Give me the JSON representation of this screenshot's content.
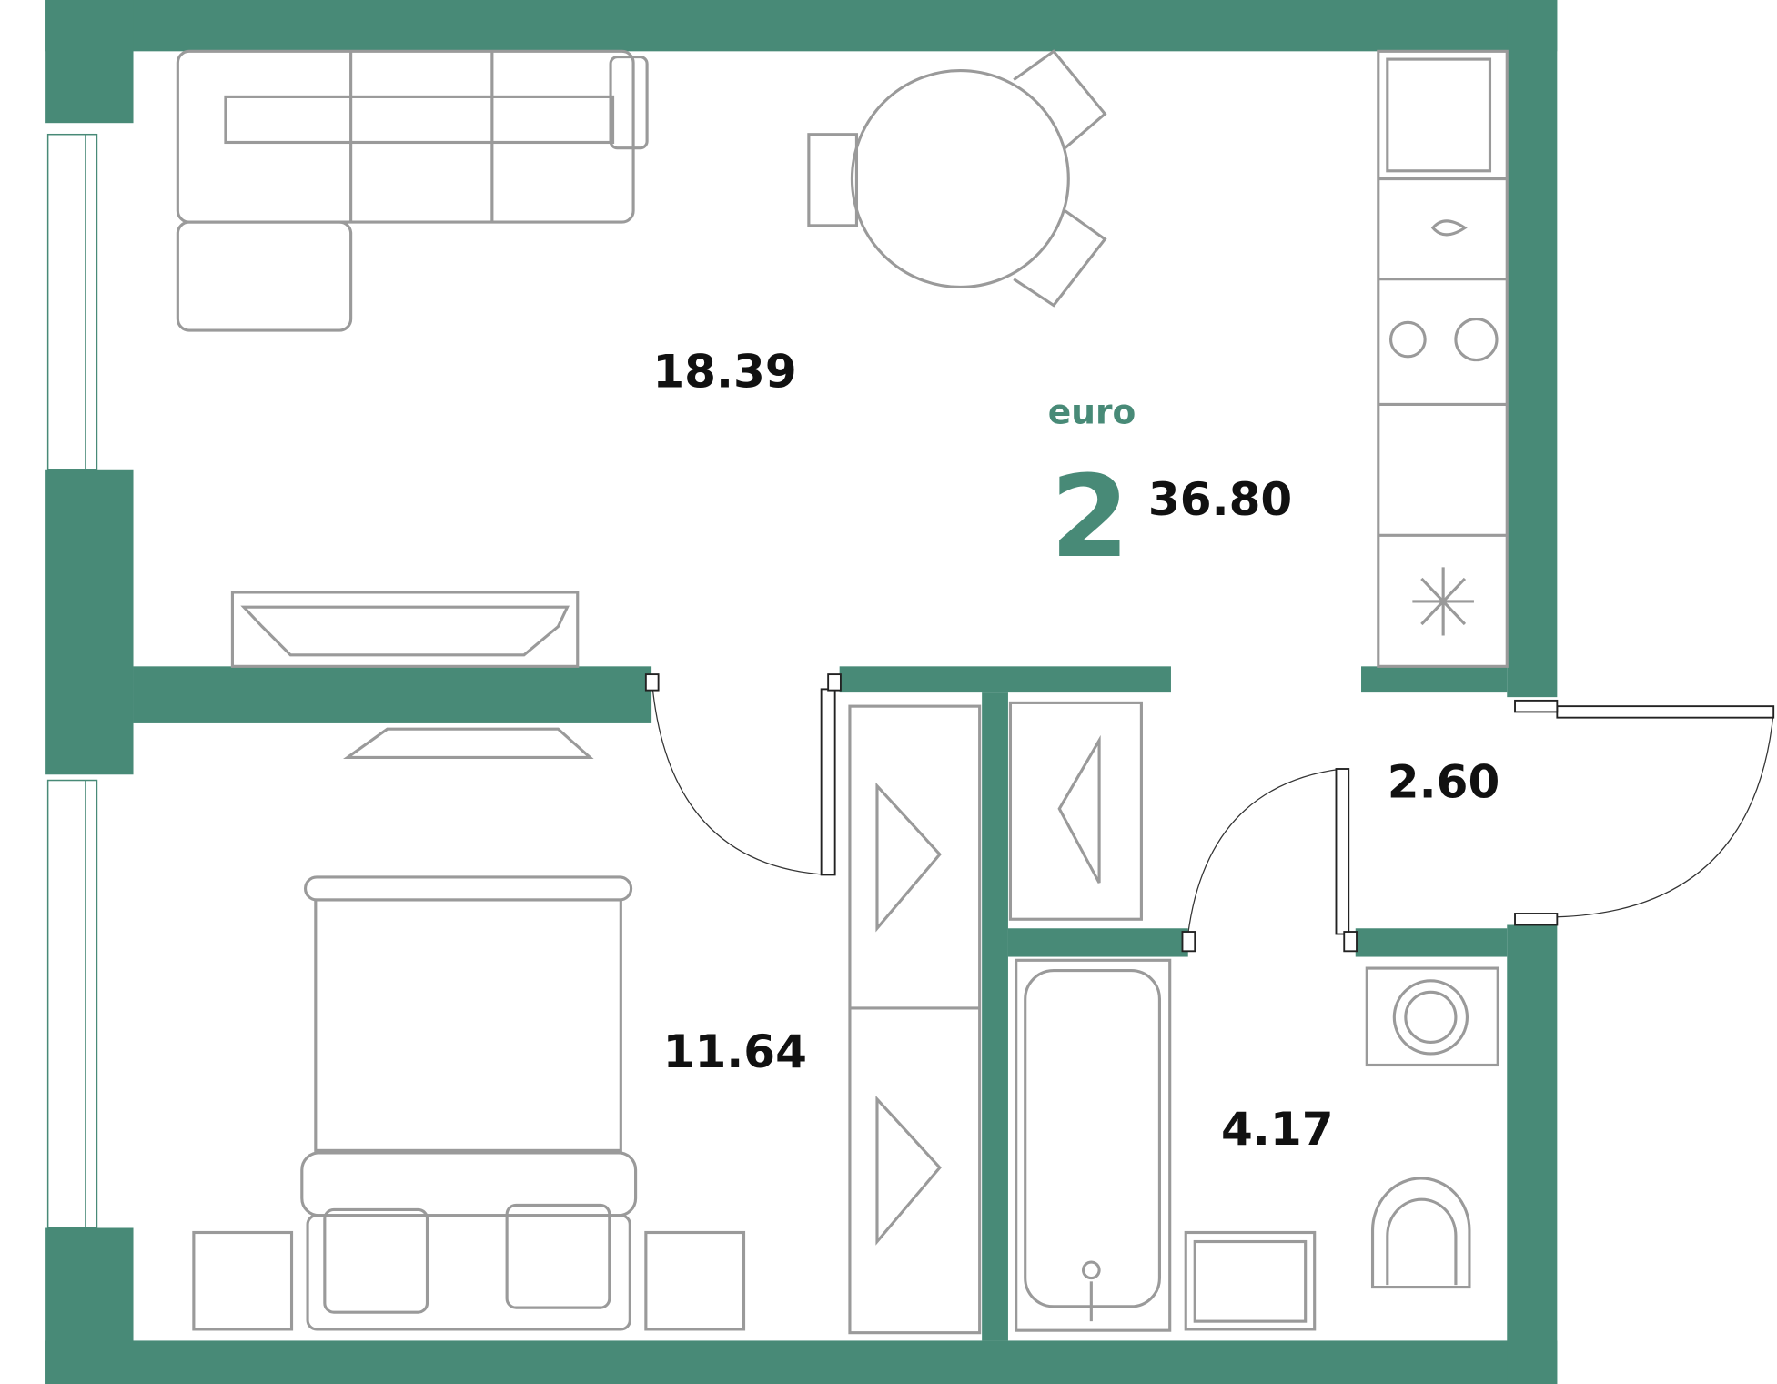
{
  "plan": {
    "type_label": "euro",
    "rooms_count": "2",
    "total_area": "36.80",
    "rooms": [
      {
        "name": "living-kitchen",
        "area": "18.39"
      },
      {
        "name": "bedroom",
        "area": "11.64"
      },
      {
        "name": "bathroom",
        "area": "4.17"
      },
      {
        "name": "hallway",
        "area": "2.60"
      }
    ],
    "colors": {
      "wall": "#488a77",
      "furniture": "#9a9a9a"
    }
  }
}
